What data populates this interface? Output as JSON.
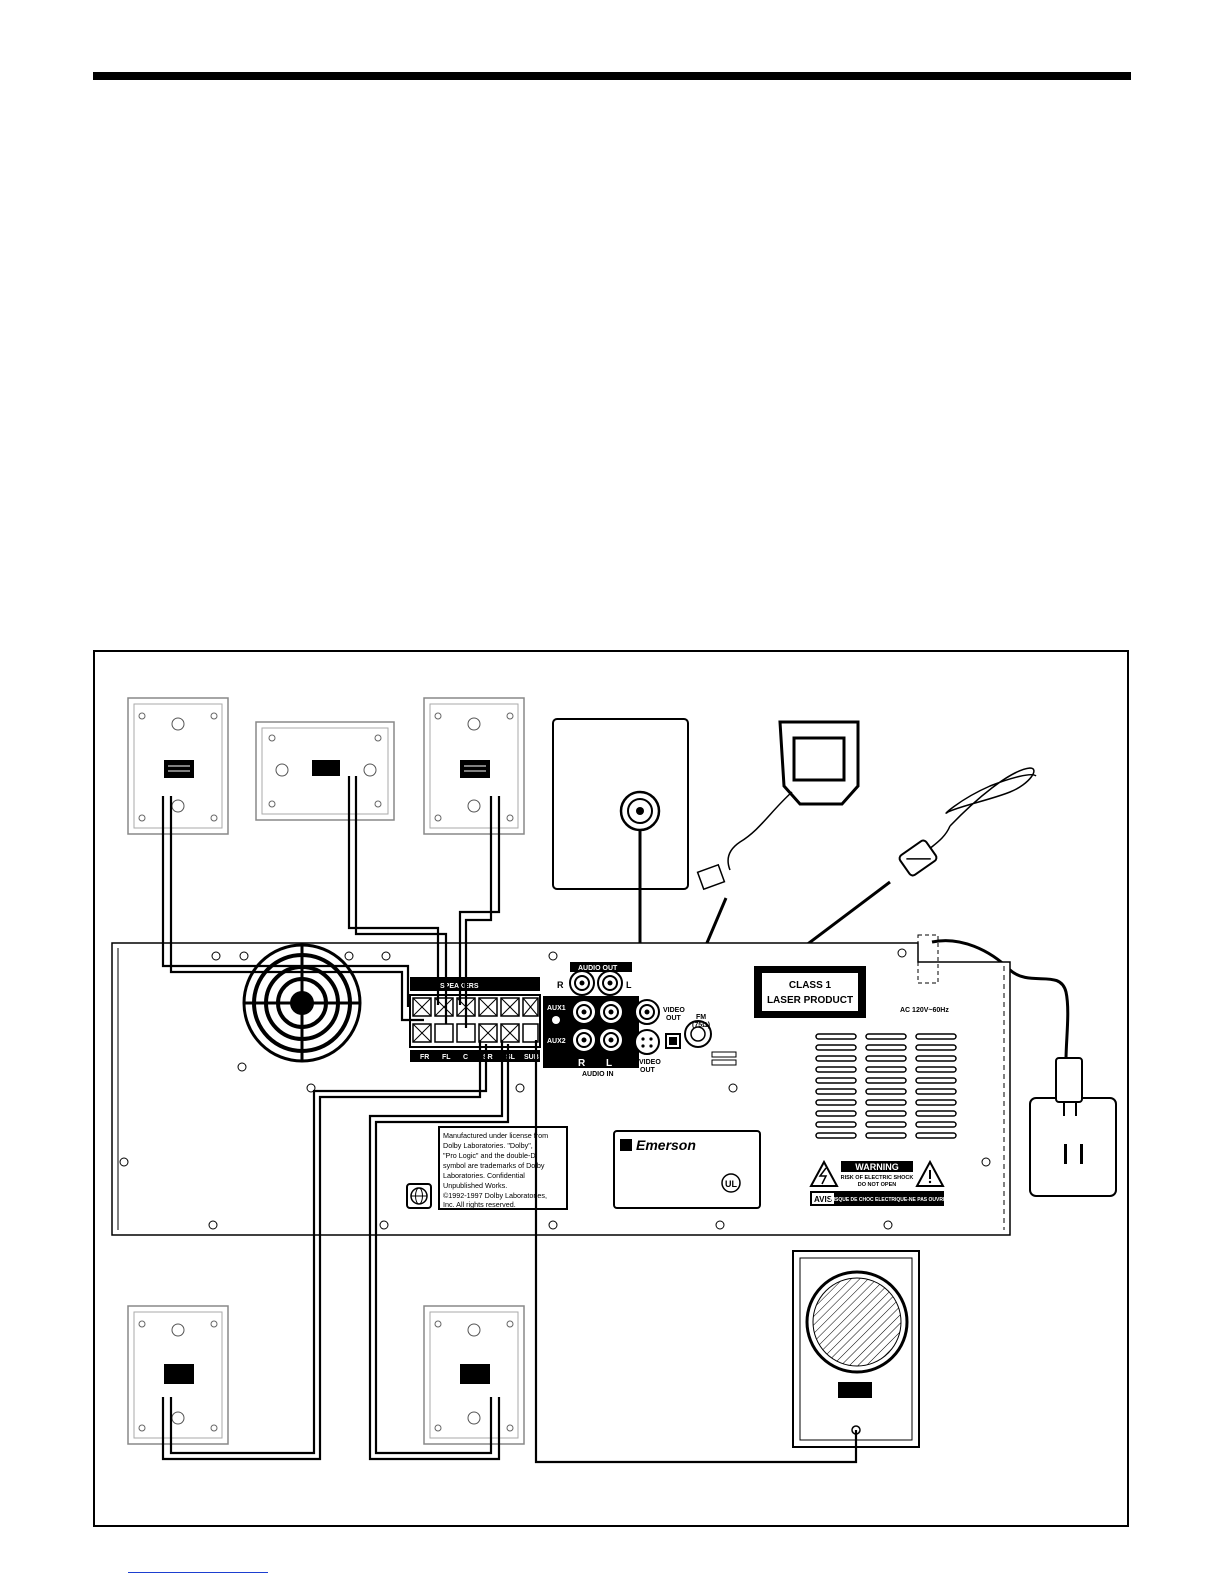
{
  "labels": {
    "speakers": "SPEAKERS",
    "fr": "FR",
    "fl": "FL",
    "c": "C",
    "sr": "SR",
    "sl": "SL",
    "sub": "SUB",
    "audio_out": "AUDIO OUT",
    "audio_out_r": "R",
    "audio_out_l": "L",
    "aux1": "AUX1",
    "aux2": "AUX2",
    "audio_in": "AUDIO IN",
    "audio_in_r": "R",
    "audio_in_l": "L",
    "video_out_1": "VIDEO",
    "video_out_2": "OUT",
    "svideo_1": "S-VIDEO",
    "svideo_2": "OUT",
    "fm_1": "FM",
    "fm_2": "(75Ω)",
    "laser_1": "CLASS 1",
    "laser_2": "LASER PRODUCT",
    "ac": "AC 120V~60Hz",
    "dolby_1": "Manufactured under license from",
    "dolby_2": "Dolby Laboratories. \"Dolby\",",
    "dolby_3": "\"Pro Logic\" and the double-D",
    "dolby_4": "symbol are trademarks of Dolby",
    "dolby_5": "Laboratories. Confidential",
    "dolby_6": "Unpublished Works.",
    "dolby_7": "©1992-1997 Dolby Laboratories,",
    "dolby_8": "Inc. All rights reserved.",
    "brand": "Emerson",
    "ul": "UL",
    "warning": "WARNING",
    "warning_1": "RISK OF ELECTRIC SHOCK",
    "warning_2": "DO NOT OPEN",
    "avis": "AVIS",
    "avis_text": "RISQUE DE CHOC ELECTRIQUE-NE PAS OUVRIR"
  },
  "colors": {
    "ink": "#000000",
    "paper": "#ffffff",
    "speaker_outline": "#8a8a8a",
    "footer_link": "#1d3fd0"
  }
}
